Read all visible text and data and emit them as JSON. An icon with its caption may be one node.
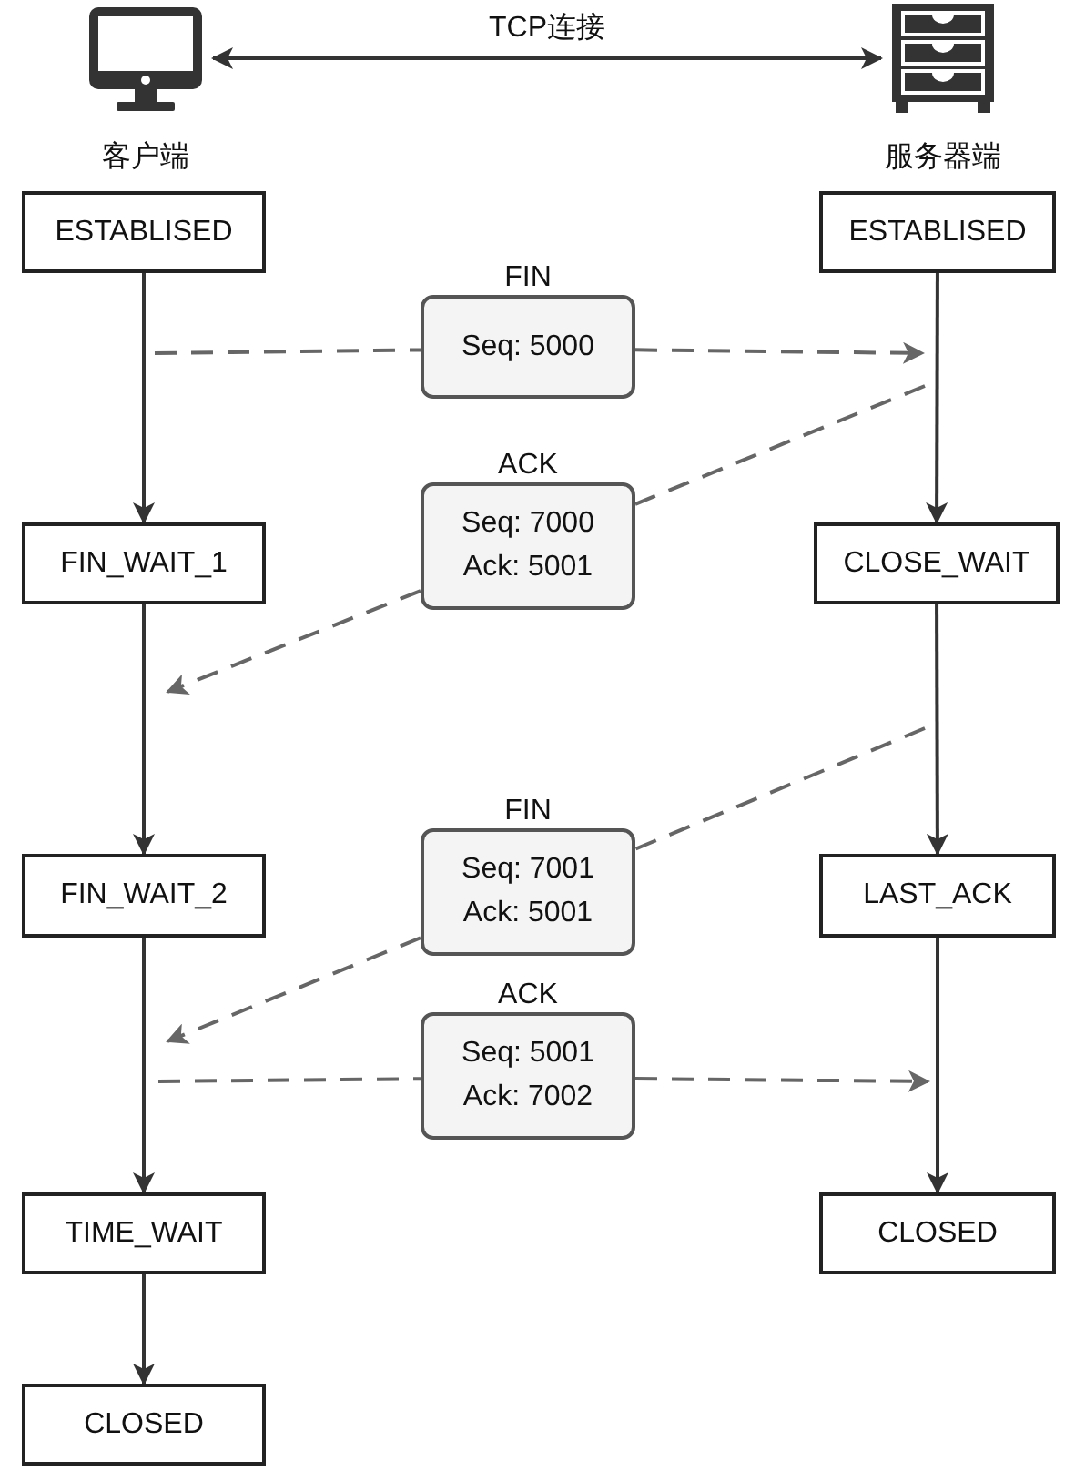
{
  "diagram": {
    "nodes": [
      {
        "text": [
          "客户端"
        ]
      },
      {
        "text": [
          "服务器端"
        ]
      },
      {
        "text": [
          "ESTABLISED"
        ]
      },
      {
        "text": [
          "ESTABLISED"
        ]
      },
      {
        "text": [
          "FIN_WAIT_1"
        ]
      },
      {
        "text": [
          "CLOSE_WAIT"
        ]
      },
      {
        "text": [
          "FIN_WAIT_2"
        ]
      },
      {
        "text": [
          "LAST_ACK"
        ]
      },
      {
        "text": [
          "TIME_WAIT"
        ]
      },
      {
        "text": [
          "CLOSED"
        ]
      },
      {
        "text": [
          "CLOSED"
        ]
      },
      {
        "text": [
          "FIN",
          "Seq: 5000"
        ]
      },
      {
        "text": [
          "ACK",
          "Seq: 7000",
          "Ack: 5001"
        ]
      },
      {
        "text": [
          "FIN",
          "Seq: 7001",
          "Ack: 5001"
        ]
      },
      {
        "text": [
          "ACK",
          "Seq: 5001",
          "Ack: 7002"
        ]
      }
    ],
    "edges": [
      {
        "from": 0,
        "to": 1,
        "arrow": "both",
        "label": "TCP连接"
      },
      {
        "from": 2,
        "to": 4,
        "arrow": "to"
      },
      {
        "from": 4,
        "to": 6,
        "arrow": "to"
      },
      {
        "from": 6,
        "to": 8,
        "arrow": "to"
      },
      {
        "from": 8,
        "to": 10,
        "arrow": "to"
      },
      {
        "from": 3,
        "to": 5,
        "arrow": "to"
      },
      {
        "from": 5,
        "to": 7,
        "arrow": "to"
      },
      {
        "from": 7,
        "to": 9,
        "arrow": "to"
      },
      {
        "from": null,
        "to": 11,
        "arrow": "none",
        "style": "dashed",
        "color": "#666666"
      },
      {
        "from": 11,
        "to": null,
        "arrow": "to",
        "style": "dashed",
        "color": "#666666"
      },
      {
        "from": null,
        "to": 12,
        "arrow": "none",
        "style": "dashed",
        "color": "#666666"
      },
      {
        "from": 12,
        "to": null,
        "arrow": "to",
        "style": "dashed",
        "color": "#666666"
      },
      {
        "from": null,
        "to": 13,
        "arrow": "none",
        "style": "dashed",
        "color": "#666666"
      },
      {
        "from": 13,
        "to": null,
        "arrow": "to",
        "style": "dashed",
        "color": "#666666"
      },
      {
        "from": null,
        "to": 14,
        "arrow": "none",
        "style": "dashed",
        "color": "#666666"
      },
      {
        "from": 14,
        "to": null,
        "arrow": "to",
        "style": "dashed",
        "color": "#666666"
      }
    ]
  }
}
